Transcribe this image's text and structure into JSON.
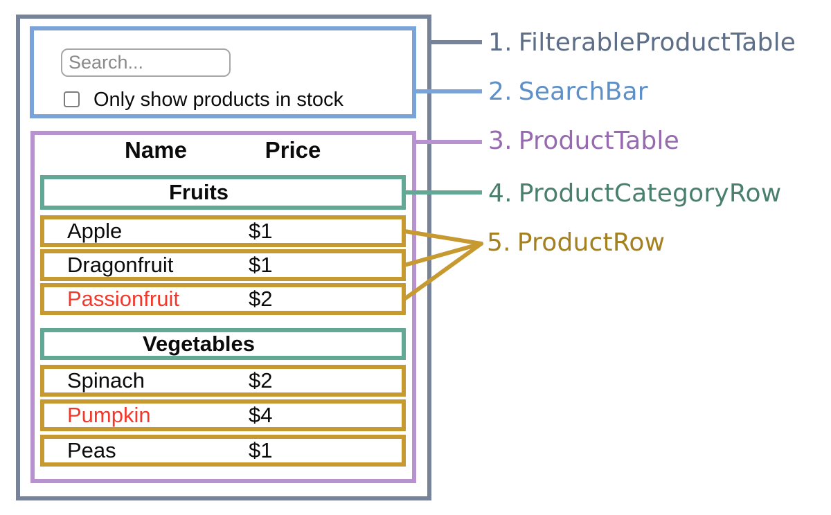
{
  "colors": {
    "slate": "#76839A",
    "blue": "#79A3D9",
    "purple": "#B892CE",
    "teal": "#63A795",
    "gold": "#C69A31",
    "red": "#F0392C",
    "ink": "#0B0B0B",
    "input-border": "#A6A6A6",
    "placeholder": "#8A8A8A",
    "checkbox-border": "#7C7C7C"
  },
  "search_bar": {
    "placeholder": "Search...",
    "checkbox_label": "Only show products in stock",
    "checkbox_checked": false
  },
  "product_table": {
    "headers": {
      "name": "Name",
      "price": "Price"
    },
    "sections": [
      {
        "category": "Fruits",
        "rows": [
          {
            "name": "Apple",
            "price": "$1",
            "name_color": "#0B0B0B"
          },
          {
            "name": "Dragonfruit",
            "price": "$1",
            "name_color": "#0B0B0B"
          },
          {
            "name": "Passionfruit",
            "price": "$2",
            "name_color": "#F0392C"
          }
        ]
      },
      {
        "category": "Vegetables",
        "rows": [
          {
            "name": "Spinach",
            "price": "$2",
            "name_color": "#0B0B0B"
          },
          {
            "name": "Pumpkin",
            "price": "$4",
            "name_color": "#F0392C"
          },
          {
            "name": "Peas",
            "price": "$1",
            "name_color": "#0B0B0B"
          }
        ]
      }
    ]
  },
  "legend": {
    "labels": [
      {
        "number": "1.",
        "name": "FilterableProductTable",
        "color": "#5C6E88"
      },
      {
        "number": "2.",
        "name": "SearchBar",
        "color": "#5E8FC6"
      },
      {
        "number": "3.",
        "name": "ProductTable",
        "color": "#9669B1"
      },
      {
        "number": "4.",
        "name": "ProductCategoryRow",
        "color": "#497F6D"
      },
      {
        "number": "5.",
        "name": "ProductRow",
        "color": "#A5801E"
      }
    ]
  }
}
